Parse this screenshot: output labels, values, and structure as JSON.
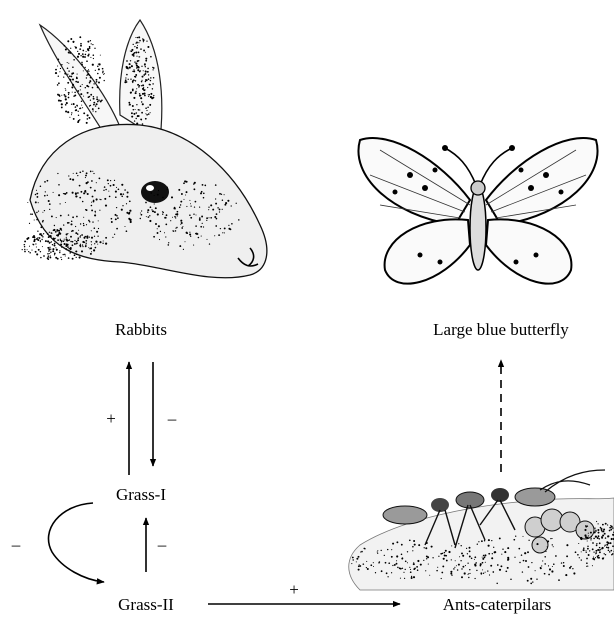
{
  "nodes": {
    "rabbits": "Rabbits",
    "butterfly": "Large blue butterfly",
    "grass_one": "Grass-I",
    "grass_two": "Grass-II",
    "ants": "Ants-caterpilars"
  },
  "edges": {
    "grass_one_to_rabbits": "+",
    "rabbits_to_grass_one": "–",
    "grass_one_to_grass_two": "–",
    "grass_two_to_grass_one": "–",
    "grass_two_to_ants": "+"
  },
  "illustrations": {
    "rabbit": "rabbit-head-drawing",
    "butterfly": "butterfly-drawing",
    "ants": "ants-and-caterpillar-drawing"
  }
}
